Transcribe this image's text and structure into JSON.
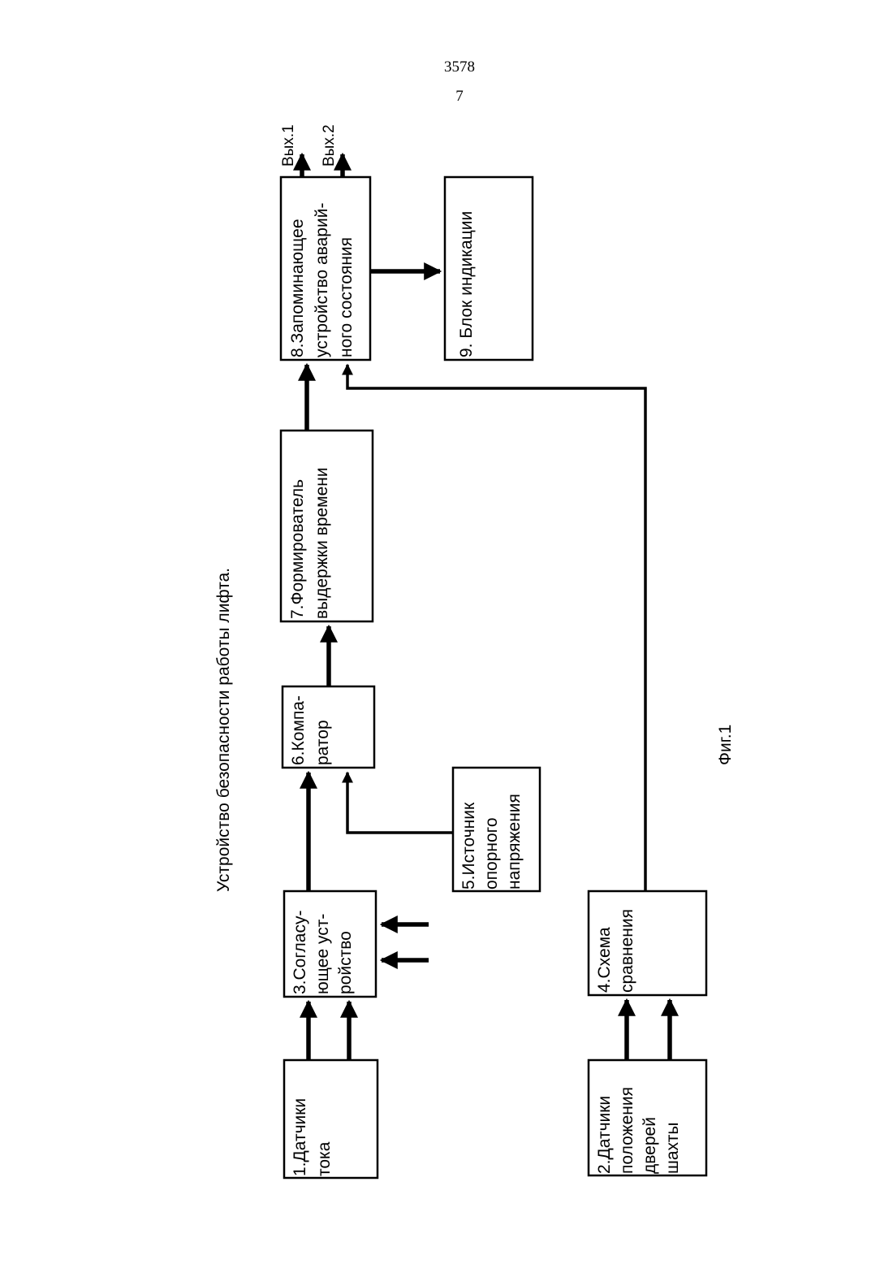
{
  "page": {
    "page_number": "3578",
    "sheet_number": "7"
  },
  "diagram": {
    "title": "Устройство безопасности работы лифта.",
    "figure_caption": "Фиг.1",
    "blocks": {
      "b1": [
        "1.Датчики",
        "тока"
      ],
      "b2": [
        "2.Датчики",
        "положения",
        "дверей",
        "шахты"
      ],
      "b3": [
        "3.Согласу-",
        "ющее уст-",
        "ройство"
      ],
      "b4": [
        "4.Схема",
        "сравнения"
      ],
      "b5": [
        "5.Источник",
        "опорного",
        "напряжения"
      ],
      "b6": [
        "6.Компа-",
        "ратор"
      ],
      "b7": [
        "7.Формирователь",
        "выдержки времени"
      ],
      "b8": [
        "8.Запоминающее",
        "устройство аварий-",
        "ного состояния"
      ],
      "b9": [
        "9. Блок индикации"
      ]
    },
    "outputs": {
      "out1": "Вых.1",
      "out2": "Вых.2"
    }
  }
}
